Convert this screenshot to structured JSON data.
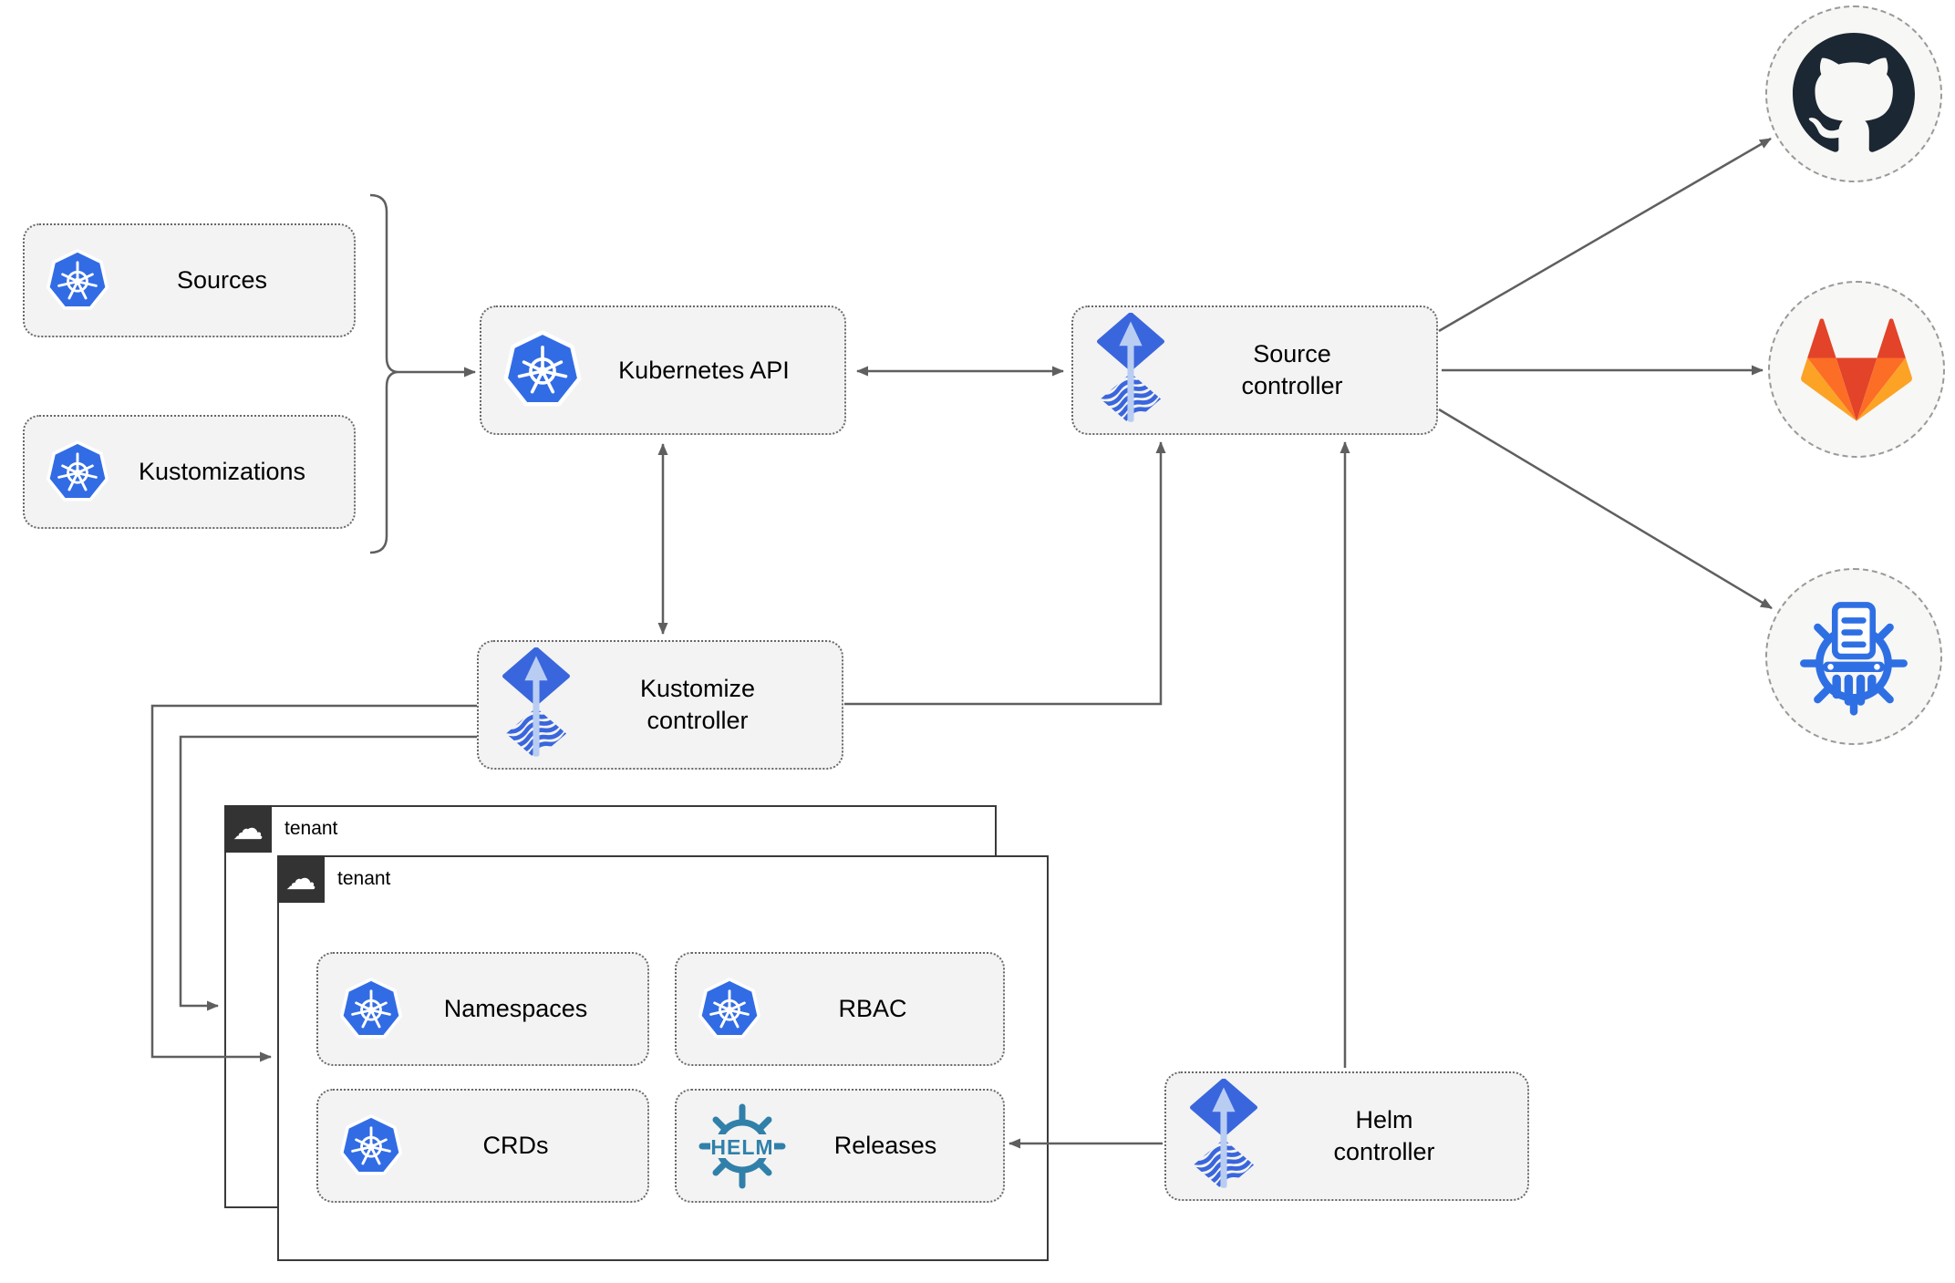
{
  "diagram_type": "flux-multi-tenancy-architecture",
  "nodes": {
    "sources": {
      "label": "Sources"
    },
    "kustomizations": {
      "label": "Kustomizations"
    },
    "kubernetes_api": {
      "label": "Kubernetes API"
    },
    "source_controller": {
      "line1": "Source",
      "line2": "controller"
    },
    "kustomize_controller": {
      "line1": "Kustomize",
      "line2": "controller"
    },
    "helm_controller": {
      "line1": "Helm",
      "line2": "controller"
    },
    "namespaces": {
      "label": "Namespaces"
    },
    "rbac": {
      "label": "RBAC"
    },
    "crds": {
      "label": "CRDs"
    },
    "releases": {
      "label": "Releases"
    }
  },
  "tenants": [
    {
      "label": "tenant"
    },
    {
      "label": "tenant"
    }
  ],
  "icons": {
    "helm_wheel_text": "HELM",
    "cloud_glyph": "☁"
  },
  "remotes": [
    {
      "name": "github"
    },
    {
      "name": "gitlab"
    },
    {
      "name": "container-registry"
    }
  ],
  "colors": {
    "kubernetes_blue": "#326ce5",
    "flux_blue": "#3a66dd",
    "flux_arrow_light": "#b9cdf3",
    "helm_teal": "#3080aa",
    "github_dark": "#1b2733",
    "gitlab_red": "#e24329",
    "gitlab_orange": "#fc6d26",
    "gitlab_yellow": "#fca326",
    "registry_blue": "#2f6fe4",
    "connector_gray": "#5f5f5f",
    "node_fill": "#f3f3f3",
    "node_border": "#686868",
    "tenant_border": "#3a3a3a",
    "tenant_badge_bg": "#333333",
    "remote_circle_fill": "#f7f7f5",
    "remote_circle_border": "#9a9a9a"
  }
}
